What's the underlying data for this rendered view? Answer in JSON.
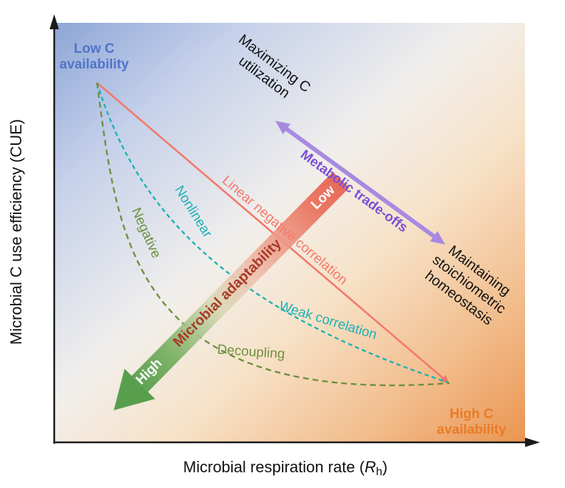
{
  "axes": {
    "y_label": "Microbial C use efficiency (CUE)",
    "x_label_prefix": "Microbial respiration rate (",
    "x_label_var": "R",
    "x_label_sub": "h",
    "x_label_close": ")"
  },
  "corners": {
    "low_c_line1": "Low C",
    "low_c_line2": "availability",
    "high_c_line1": "High C",
    "high_c_line2": "availability"
  },
  "tradeoff": {
    "maximizing_line1": "Maximizing C",
    "maximizing_line2": "utilization",
    "arrow_label": "Metabolic trade-offs",
    "maintaining_line1": "Maintaining",
    "maintaining_line2": "stoichiometric",
    "maintaining_line3": "homeostasis"
  },
  "curves": {
    "linear_label": "Linear negative correlation",
    "nonlinear_label": "Nonlinear",
    "weak_label": "Weak correlation",
    "negative_label": "Negative",
    "decoupling_label": "Decoupling"
  },
  "adaptability": {
    "label": "Microbial adaptability",
    "low": "Low",
    "high": "High"
  },
  "colors": {
    "low_c_label": "#4f74c8",
    "high_c_label": "#e87c28",
    "linear_correlation": "#f4786a",
    "nonlinear_correlation": "#1db1b5",
    "decoupling_correlation": "#6e9040",
    "tradeoff_arrow": "#a78ae0",
    "tradeoff_text": "#7d4fd4",
    "adaptability_text": "#a93a28",
    "adaptability_low_red": "#e65b49",
    "adaptability_high_green": "#4f9b45",
    "background_blue": "#8da6d6",
    "background_orange": "#ea9550"
  }
}
